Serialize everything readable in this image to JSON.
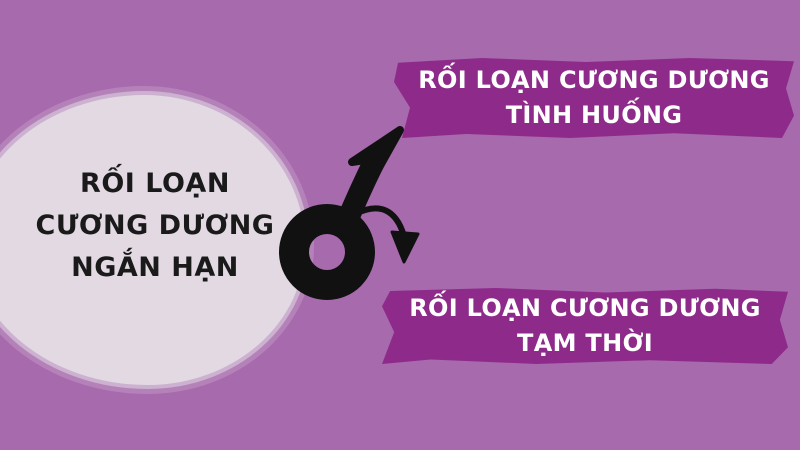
{
  "center": {
    "lines": [
      "RỐI LOẠN",
      "CƯƠNG DƯƠNG",
      "NGẮN HẠN"
    ]
  },
  "branches": [
    {
      "lines": [
        "RỐI LOẠN CƯƠNG DƯƠNG",
        "TÌNH HUỐNG"
      ]
    },
    {
      "lines": [
        "RỐI LOẠN CƯƠNG DƯƠNG",
        "TẠM THỜI"
      ]
    }
  ],
  "icon": "male-symbol-icon",
  "colors": {
    "background": "#a76aad",
    "blob": "#e2d9e3",
    "banner": "#8e2b8a",
    "symbol": "#111111"
  }
}
